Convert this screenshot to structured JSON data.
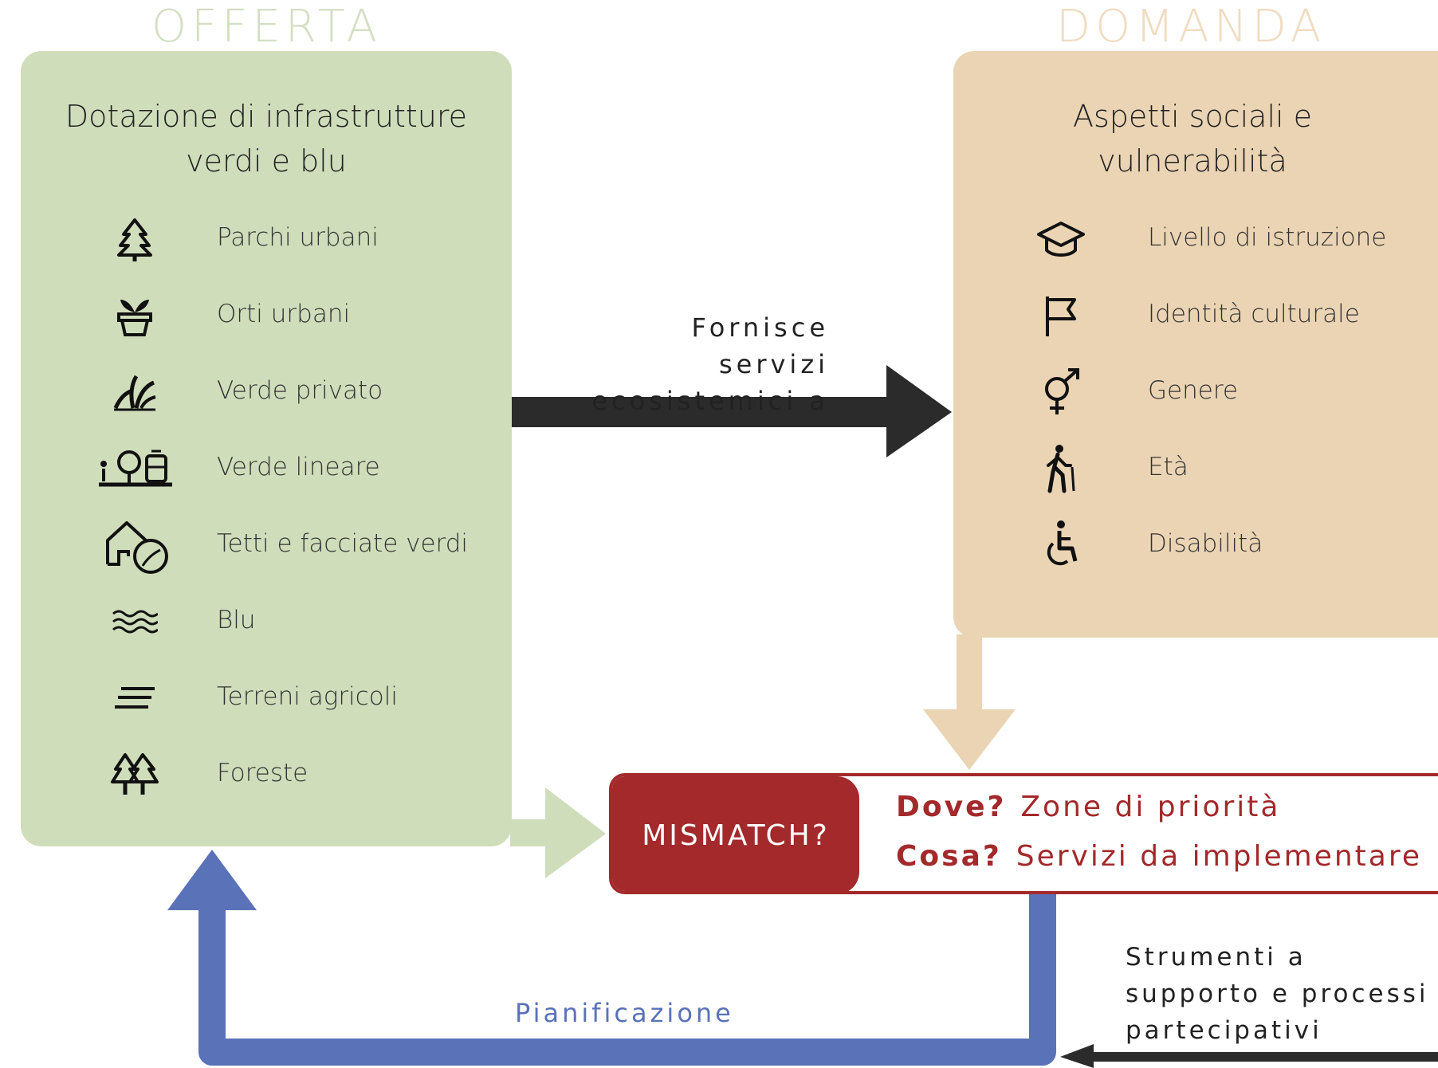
{
  "offerta": {
    "title": "OFFERTA",
    "heading": "Dotazione di infrastrutture verdi e blu",
    "items": [
      {
        "icon": "tree-icon",
        "label": "Parchi urbani"
      },
      {
        "icon": "potted-plant-icon",
        "label": "Orti urbani"
      },
      {
        "icon": "grass-icon",
        "label": "Verde privato"
      },
      {
        "icon": "tree-tram-icon",
        "label": "Verde lineare"
      },
      {
        "icon": "house-leaf-icon",
        "label": "Tetti e facciate verdi"
      },
      {
        "icon": "waves-icon",
        "label": "Blu"
      },
      {
        "icon": "field-lines-icon",
        "label": "Terreni agricoli"
      },
      {
        "icon": "forest-icon",
        "label": "Foreste"
      }
    ]
  },
  "domanda": {
    "title": "DOMANDA",
    "heading": "Aspetti sociali e vulnerabilità",
    "items": [
      {
        "icon": "graduation-cap-icon",
        "label": "Livello di istruzione"
      },
      {
        "icon": "flag-icon",
        "label": "Identità culturale"
      },
      {
        "icon": "gender-icon",
        "label": "Genere"
      },
      {
        "icon": "elderly-person-icon",
        "label": "Età"
      },
      {
        "icon": "wheelchair-icon",
        "label": "Disabilità"
      }
    ]
  },
  "arrows": {
    "fornisce": "Fornisce servizi ecosistemici a",
    "strumenti": "Strumenti a supporto e processi partecipativi",
    "pianificazione": "Pianificazione"
  },
  "mismatch": {
    "tag": "MISMATCH?",
    "dove_q": "Dove?",
    "dove_a": "Zone di priorità",
    "cosa_q": "Cosa?",
    "cosa_a": "Servizi da implementare"
  },
  "colors": {
    "offerta_bg": "#d0ddbb",
    "domanda_bg": "#ead4b4",
    "mismatch_red": "#a3292b",
    "planning_blue": "#5a72b8",
    "arrow_dark": "#2b2b2b"
  }
}
